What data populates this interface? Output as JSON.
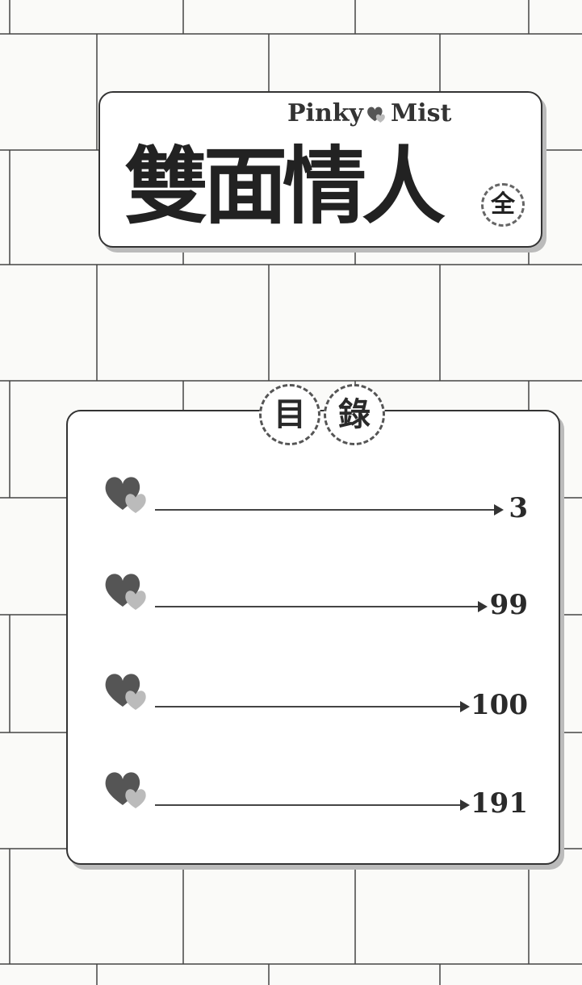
{
  "title": {
    "chinese": "雙面情人",
    "english_left": "Pinky",
    "english_right": "Mist",
    "badge": "全"
  },
  "toc": {
    "heading": [
      "目",
      "錄"
    ],
    "entries": [
      {
        "page": "3"
      },
      {
        "page": "99"
      },
      {
        "page": "100"
      },
      {
        "page": "191"
      }
    ]
  },
  "colors": {
    "ink": "#2a2a2a",
    "heart_dark": "#555555",
    "heart_light": "#bbbbbb"
  }
}
